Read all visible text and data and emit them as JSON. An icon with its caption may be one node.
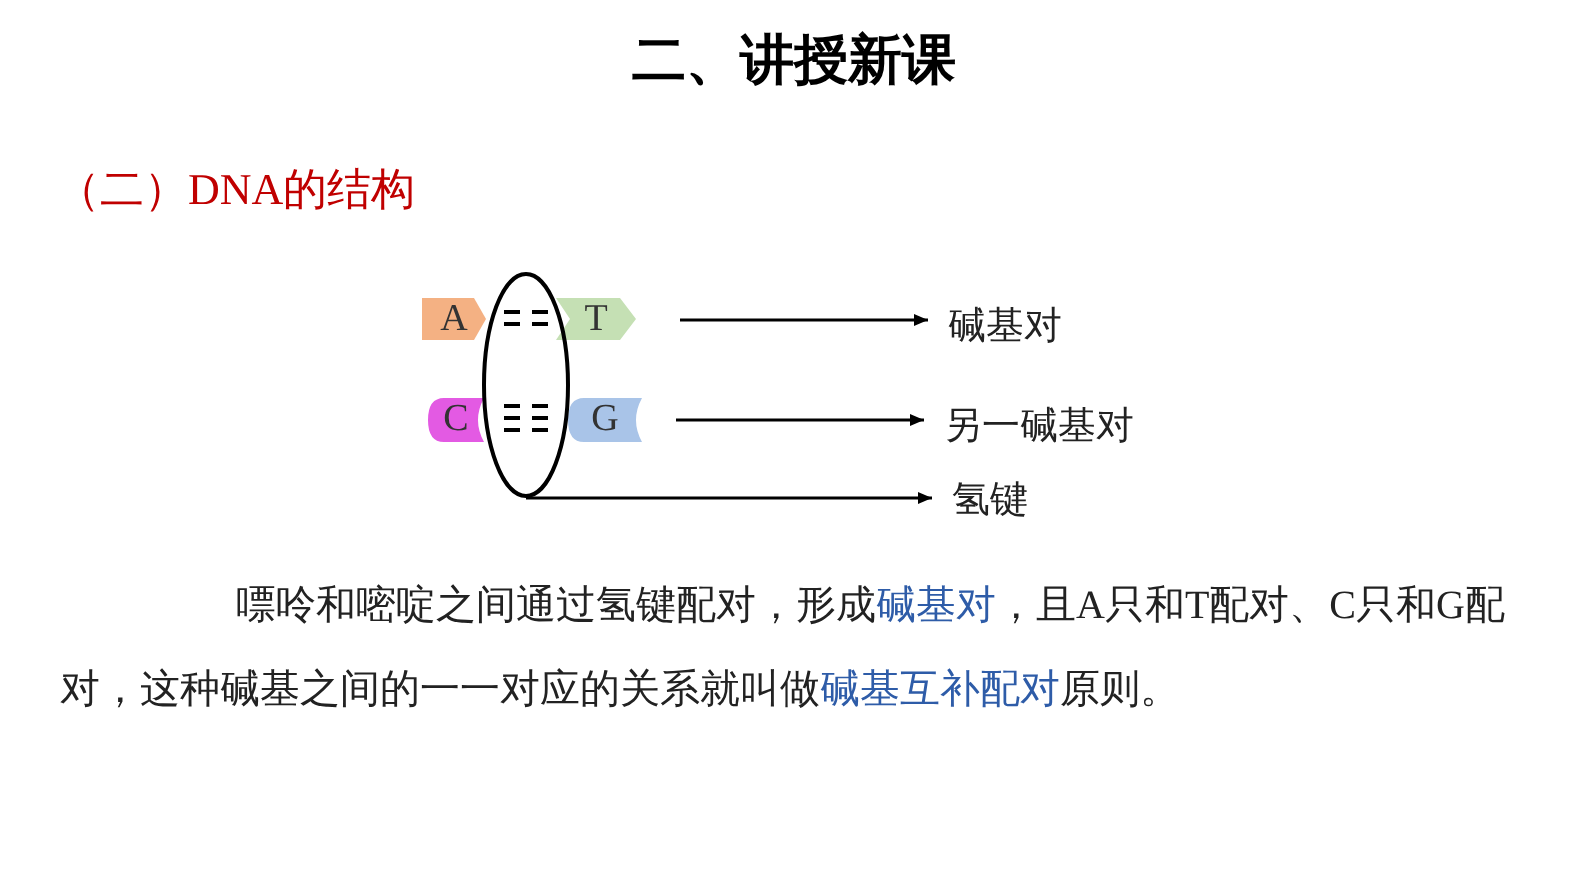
{
  "diagram": {
    "title": "二、讲授新课",
    "nodes": [
      {
        "text": [
          "A"
        ]
      },
      {
        "text": [
          "T"
        ]
      },
      {
        "text": [
          "C"
        ]
      },
      {
        "text": [
          "G"
        ]
      },
      {
        "text": [],
        "shape": "ellipse"
      },
      {
        "text": [
          "碱基对"
        ]
      },
      {
        "text": [
          "另一碱基对"
        ]
      },
      {
        "text": [
          "氢键"
        ]
      }
    ],
    "edges": [
      {
        "from": null,
        "to": 5,
        "arrow": "to"
      },
      {
        "from": null,
        "to": 6,
        "arrow": "to"
      },
      {
        "from": 4,
        "to": 7,
        "arrow": "to"
      }
    ],
    "labels": [
      "（二）DNA的结构",
      "嘌呤和嘧啶之间通过氢键配对，形成**碱基对**，且A只和T配对、C只和G配对，这种碱基之间的一一对应的关系就叫做**碱基互补配对**原则。"
    ]
  }
}
